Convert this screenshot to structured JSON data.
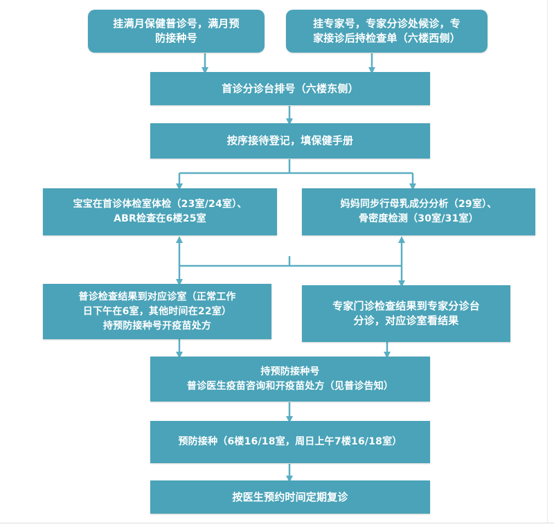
{
  "colors": {
    "box_fill": "#4aa3b8",
    "box_text": "#ffffff",
    "connector": "#5aaec3"
  },
  "flowchart": {
    "nodes": {
      "routine_register": "挂满月保健普诊号，满月预\n防接种号",
      "expert_register": "挂专家号，专家分诊处候诊，专\n家接诊后持检查单（六楼西侧）",
      "triage_desk": "首诊分诊台排号（六楼东侧）",
      "sequential_registration": "按序接待登记，填保健手册",
      "baby_exam": "宝宝在首诊体检室体检（23室/24室）、\nABR检查在6楼25室",
      "mother_exam": "妈妈同步行母乳成分分析（29室）、\n骨密度检测（30室/31室）",
      "routine_results": "普诊检查结果到对应诊室（正常工作\n日下午在6室，其他时间在22室）\n持预防接种号开疫苗处方",
      "expert_results": "专家门诊检查结果到专家分诊台\n分诊，对应诊室看结果",
      "vaccine_consult": "持预防接种号\n普诊医生疫苗咨询和开疫苗处方（见普诊告知）",
      "vaccination": "预防接种（6楼16/18室，周日上午7楼16/18室）",
      "follow_up": "按医生预约时间定期复诊"
    }
  }
}
